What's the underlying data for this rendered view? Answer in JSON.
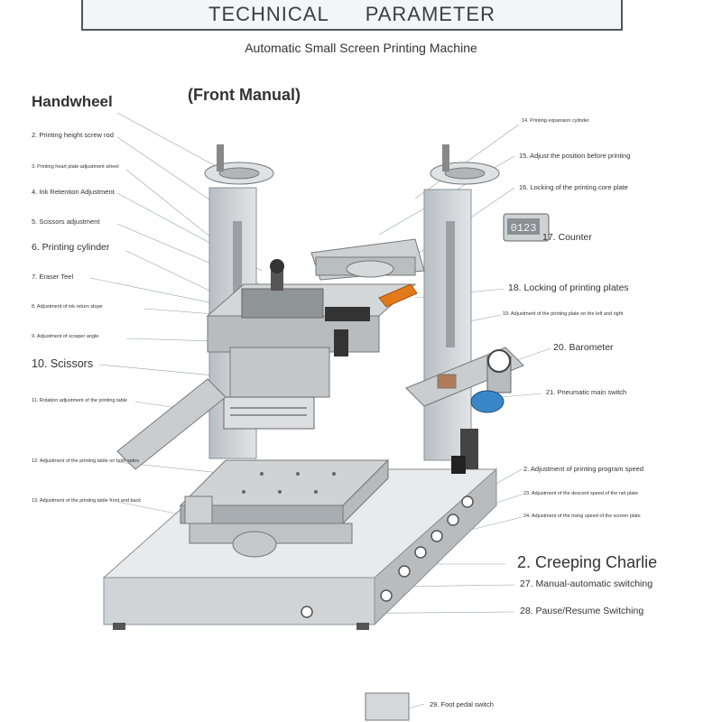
{
  "header": {
    "title_left": "TECHNICAL",
    "title_right": "PARAMETER",
    "subtitle": "Automatic Small Screen Printing Machine"
  },
  "headings": {
    "handwheel": "Handwheel",
    "front_manual": "(Front Manual)"
  },
  "left_labels": [
    "2. Printing height screw rod",
    "3. Printing heart plate adjustment wheel",
    "4. Ink Retention Adjustment",
    "5. Scissors adjustment",
    "6. Printing cylinder",
    "7. Eraser Teel",
    "8. Adjustment of ink return slope",
    "9. Adjustment of scraper angle",
    "10. Scissors",
    "11. Rotation adjustment of the printing table",
    "12. Adjustment of the printing table on both sides",
    "13. Adjustment of the printing table front and back"
  ],
  "right_labels": [
    "14. Printing expansion cylinder",
    "15. Adjust the position before printing",
    "16. Locking of the printing core plate",
    "17. Counter",
    "18. Locking of printing plates",
    "19. Adjustment of the printing plate on the left and right",
    "20. Barometer",
    "21. Pneumatic main switch",
    "2. Adjustment of printing program speed",
    "23. Adjustment of the descent speed of the net plate",
    "24. Adjustment of the rising speed of the screen plate",
    "2. Creeping Charlie",
    "27. Manual-automatic switching",
    "28. Pause/Resume Switching",
    "29. Foot pedal switch"
  ],
  "counter_display": "0123",
  "colors": {
    "accent_orange": "#e07a1a",
    "accent_blue": "#3a86c8",
    "frame_gray": "#c9cdd0"
  }
}
